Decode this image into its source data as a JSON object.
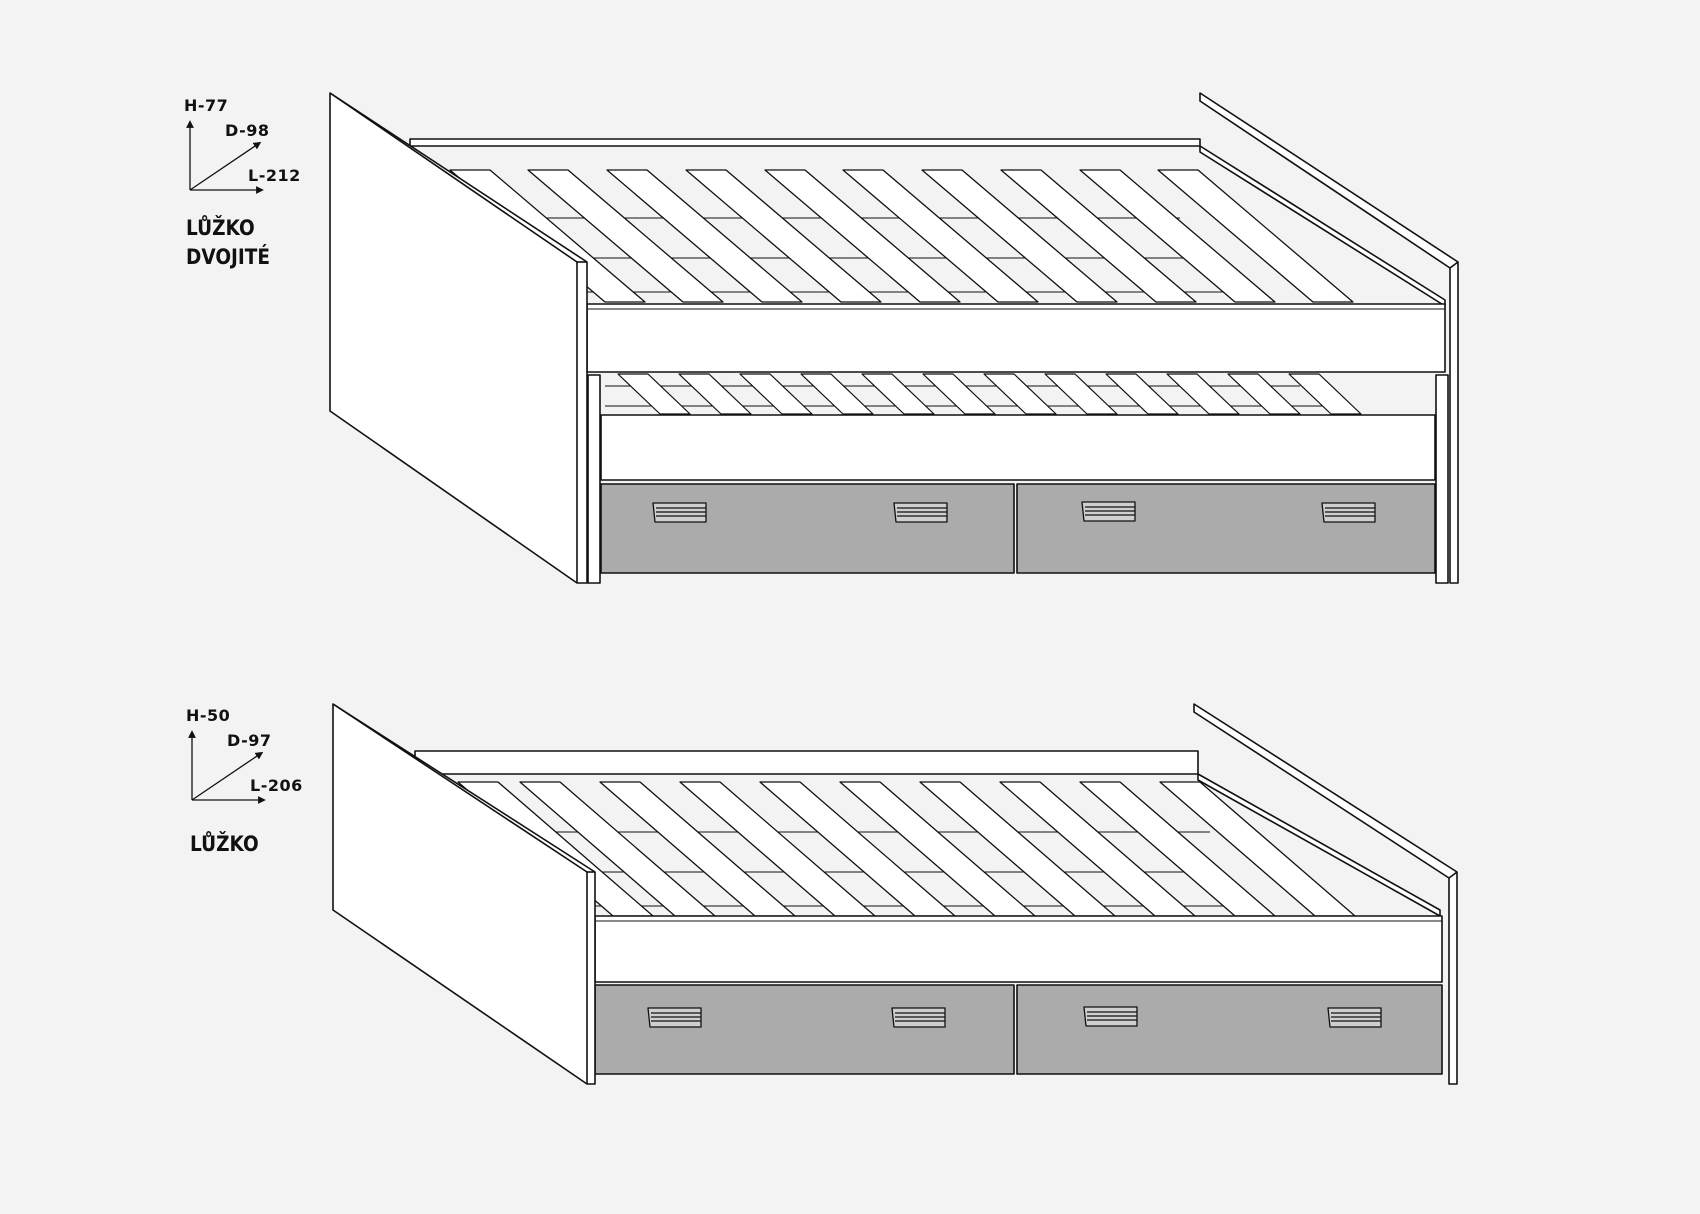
{
  "diagrams": [
    {
      "id": "double-bed",
      "dimensions": {
        "height": "H-77",
        "depth": "D-98",
        "length": "L-212"
      },
      "name_line1": "LŮŽKO",
      "name_line2": "DVOJITÉ",
      "trundle": true
    },
    {
      "id": "single-bed",
      "dimensions": {
        "height": "H-50",
        "depth": "D-97",
        "length": "L-206"
      },
      "name_line1": "LŮŽKO",
      "name_line2": "",
      "trundle": false
    }
  ],
  "colors": {
    "background": "#f3f3f3",
    "panel": "#ffffff",
    "outline": "#111111",
    "drawer_front": "#ababab",
    "handle": "#cfcfcf"
  },
  "icons": [
    "dimension-axes-icon",
    "drawer-handle-icon",
    "slat-icon"
  ]
}
